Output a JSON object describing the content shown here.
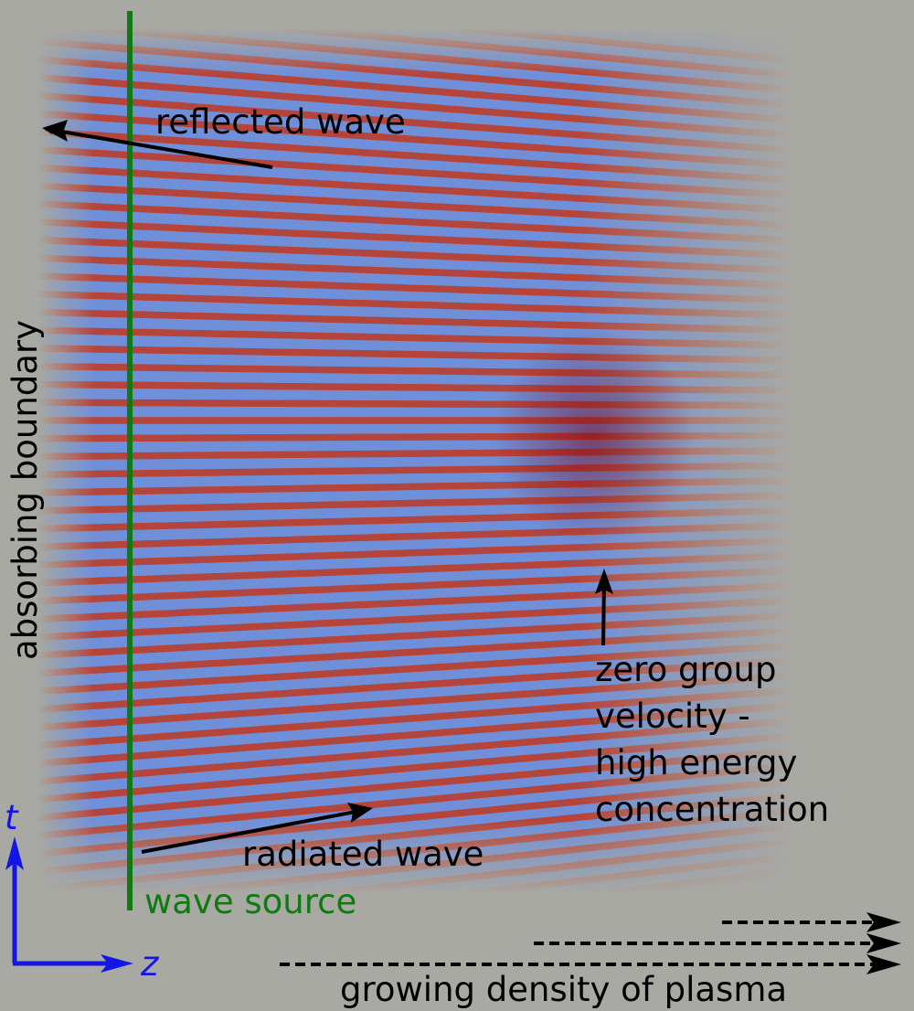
{
  "labels": {
    "reflected_wave": "reflected wave",
    "absorbing_boundary": "absorbing boundary",
    "radiated_wave": "radiated wave",
    "wave_source": "wave source",
    "zero_group_line1": "zero group",
    "zero_group_line2": "velocity -",
    "zero_group_line3": "high energy",
    "zero_group_line4": "concentration",
    "growing_density": "growing density of plasma",
    "axis_t": "t",
    "axis_z": "z"
  },
  "colors": {
    "background": "#a9a9a3",
    "wave_red": "#b5453a",
    "wave_blue": "#6f8fd8",
    "source_line": "#0f7a12",
    "axis": "#1515e6",
    "annotation": "#000000"
  }
}
